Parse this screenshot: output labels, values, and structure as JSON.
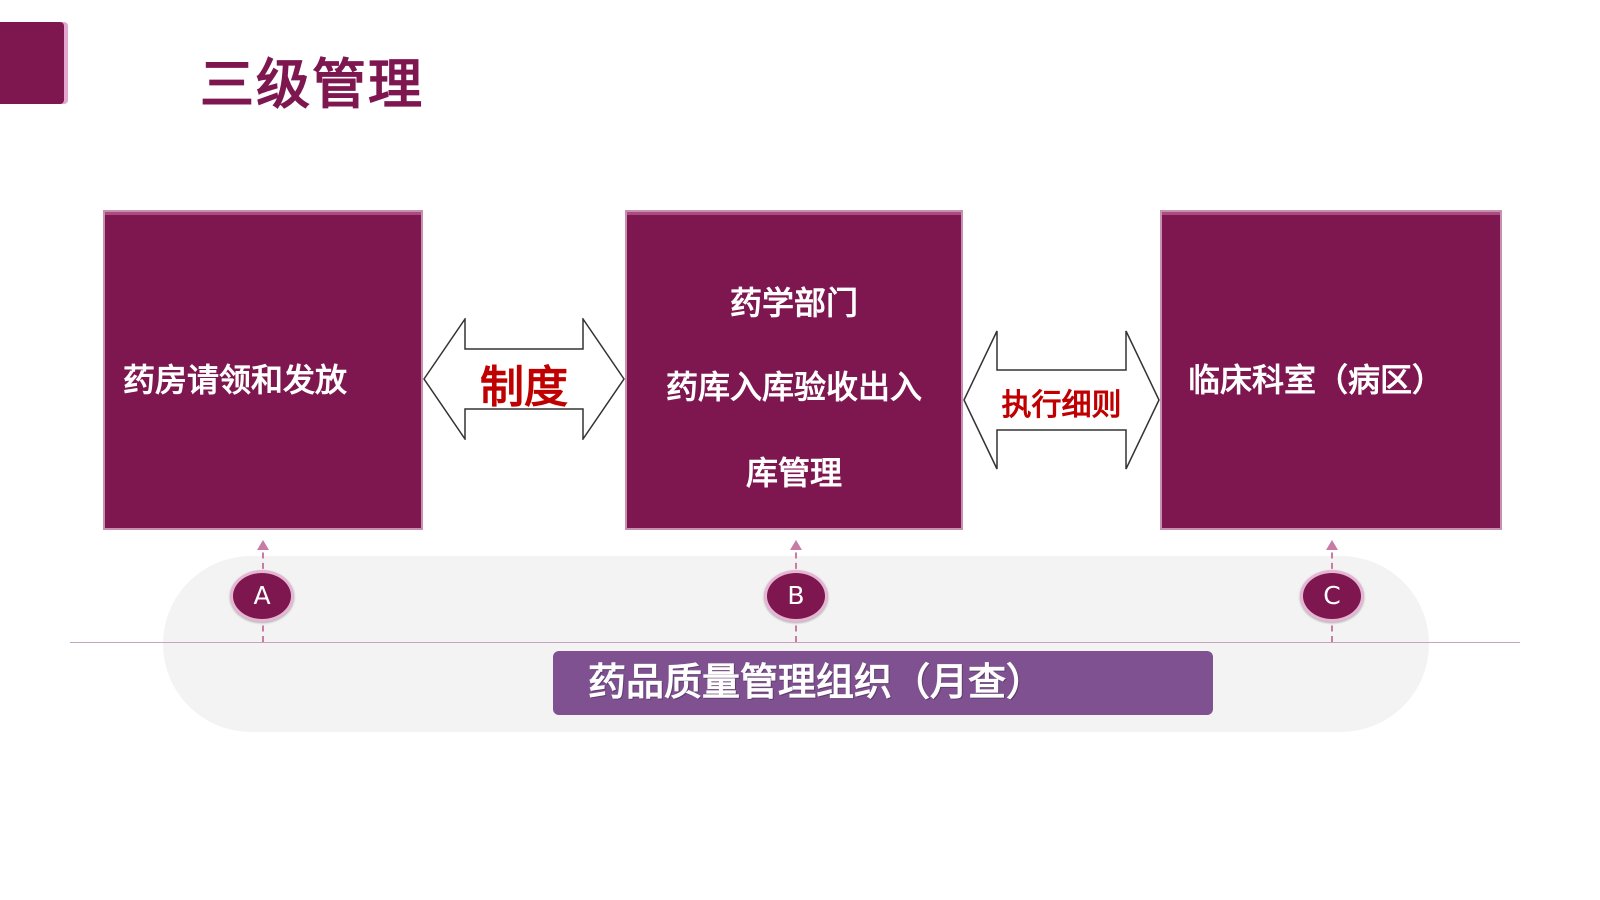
{
  "title": "三级管理",
  "boxes": {
    "pharmacy": {
      "label": "药房请领和发放"
    },
    "department": {
      "line1": "药学部门",
      "line2": "药库入库验收出入",
      "line3": "库管理"
    },
    "clinical": {
      "label": "临床科室（病区）"
    }
  },
  "arrows": {
    "left": {
      "label": "制度"
    },
    "right": {
      "label": "执行细则"
    }
  },
  "nodes": {
    "a": "A",
    "b": "B",
    "c": "C"
  },
  "organization": {
    "label": "药品质量管理组织（月查）"
  },
  "colors": {
    "primary": "#7e1650",
    "organization_bar": "#7f5190",
    "arrow_label": "#c00000",
    "pill_background": "#f3f3f3"
  }
}
